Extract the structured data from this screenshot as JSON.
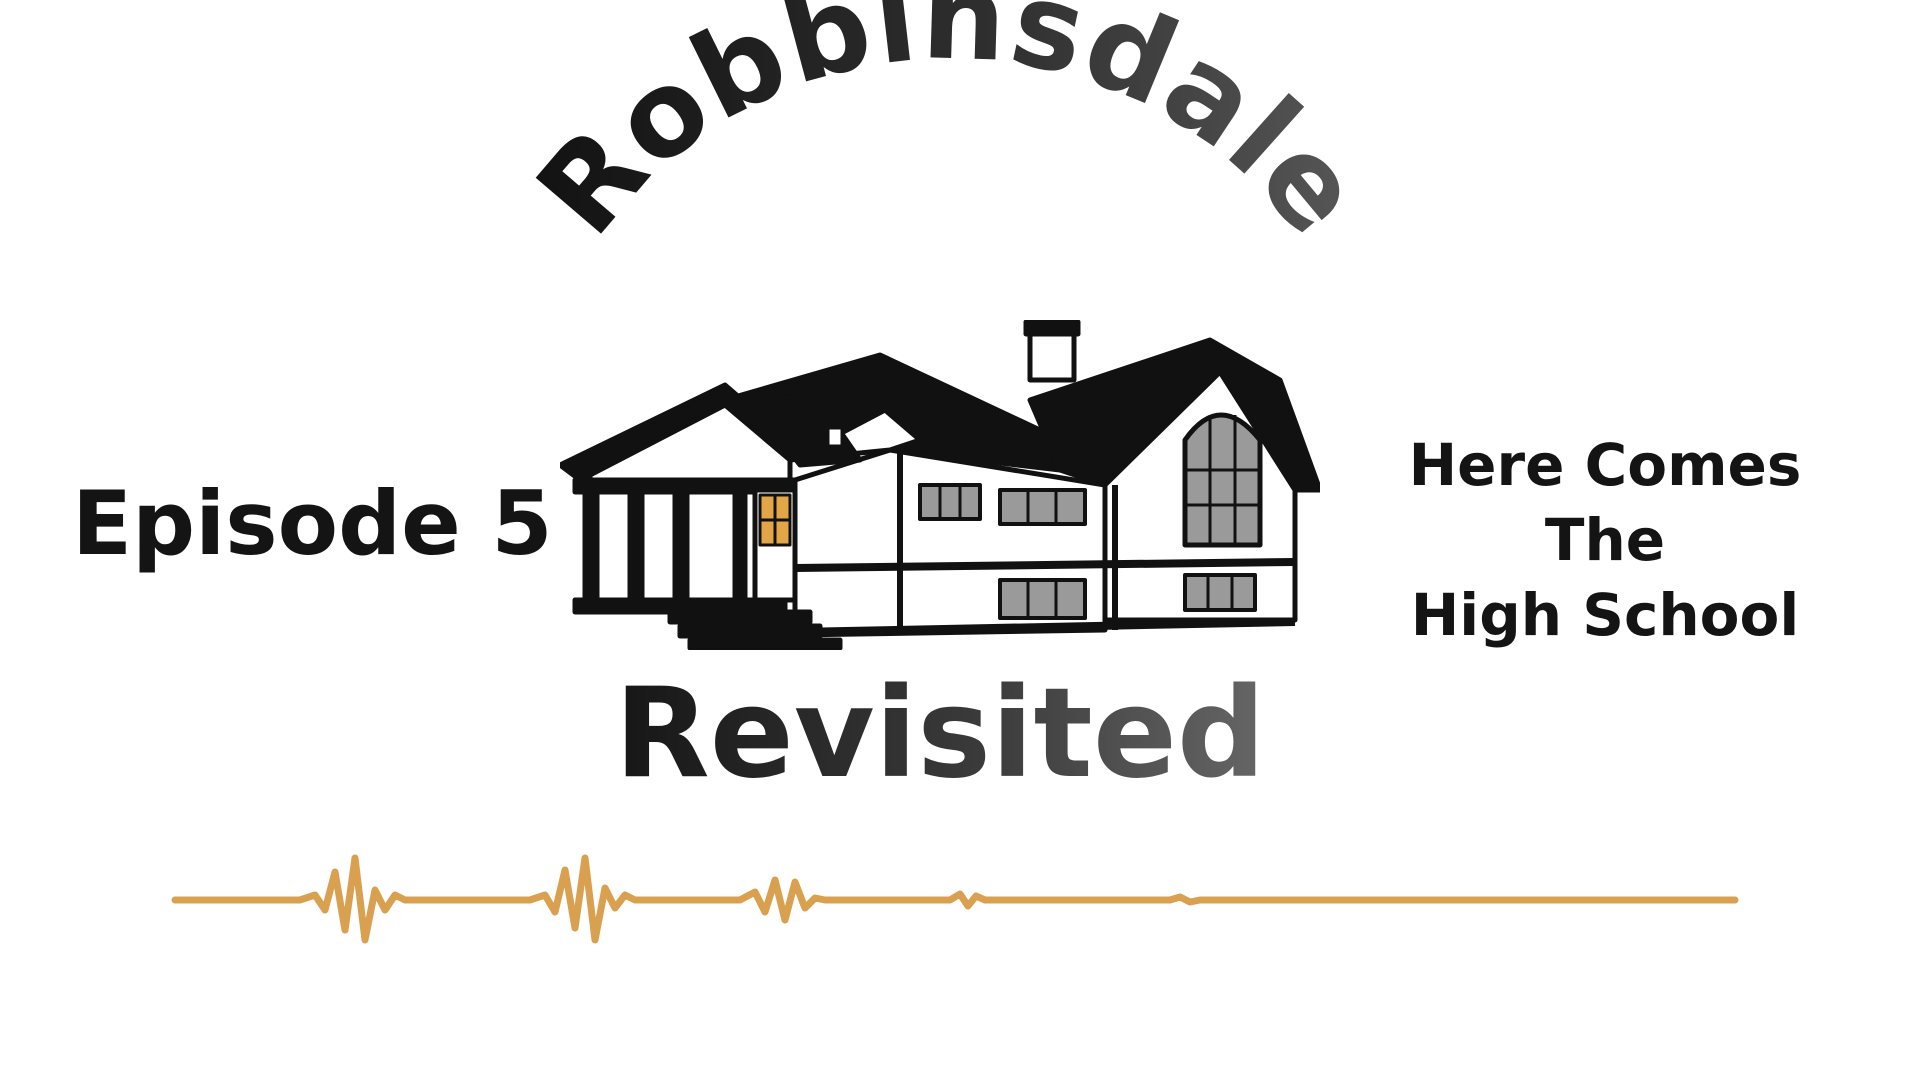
{
  "logo": {
    "arc_title": "Robbinsdale",
    "bottom_title": "Revisited"
  },
  "episode": {
    "label": "Episode 5"
  },
  "subtitle": {
    "lines": [
      "Here Comes",
      "The",
      "High School"
    ]
  },
  "colors": {
    "text": "#141414",
    "accent_window": "#e3a646",
    "wave": "#d9a050",
    "background": "#ffffff"
  },
  "icons": {
    "house": "house-illustration",
    "wave": "audio-waveform"
  }
}
